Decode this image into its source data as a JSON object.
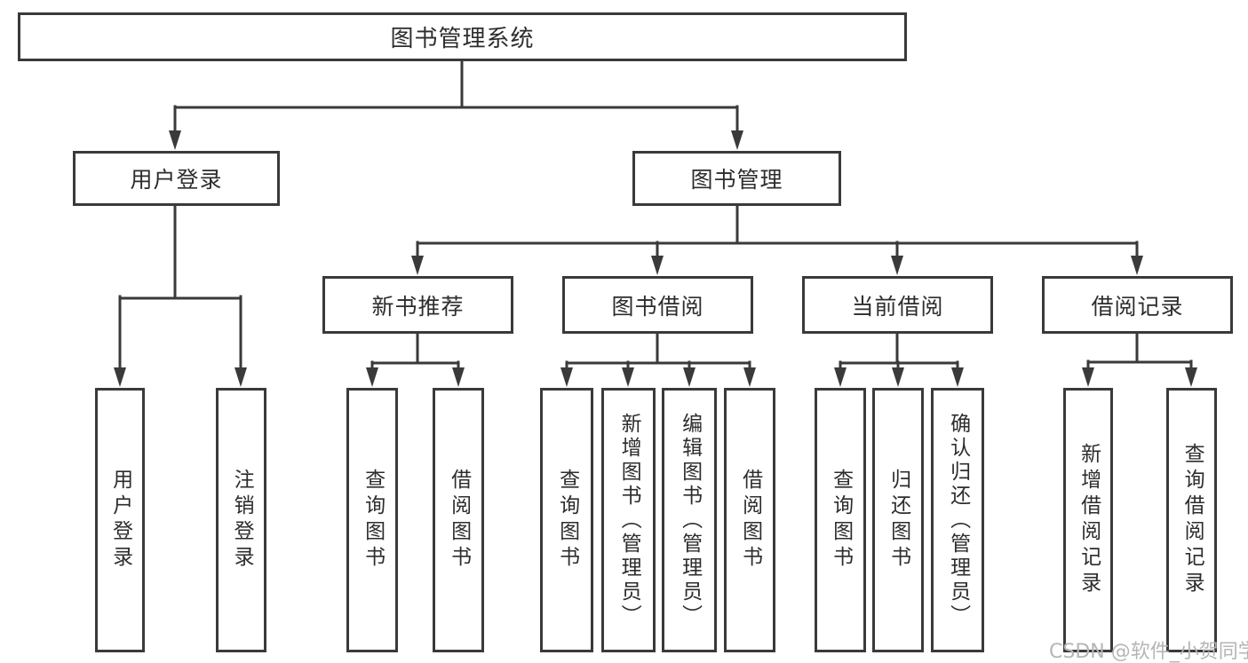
{
  "diagram": {
    "title": "图书管理系统",
    "nodes": {
      "root": "图书管理系统",
      "user_login": "用户登录",
      "book_mgmt": "图书管理",
      "new_book_rec": "新书推荐",
      "book_borrow": "图书借阅",
      "current_borrow": "当前借阅",
      "borrow_record": "借阅记录"
    },
    "leaves": {
      "user_login": "用户登录",
      "logout": "注销登录",
      "rec_query": "查询图书",
      "rec_borrow": "借阅图书",
      "bb_query": "查询图书",
      "bb_add": "新增图书（管理员）",
      "bb_edit": "编辑图书（管理员）",
      "bb_borrow": "借阅图书",
      "cb_query": "查询图书",
      "cb_return": "归还图书",
      "cb_confirm": "确认归还（管理员）",
      "br_add": "新增借阅记录",
      "br_query": "查询借阅记录"
    },
    "colors": {
      "line": "#3a3a3a",
      "text": "#2d2d2d",
      "watermark": "#b5b5b5",
      "background": "#ffffff"
    }
  },
  "watermark": "CSDN @软件_小贺同学"
}
